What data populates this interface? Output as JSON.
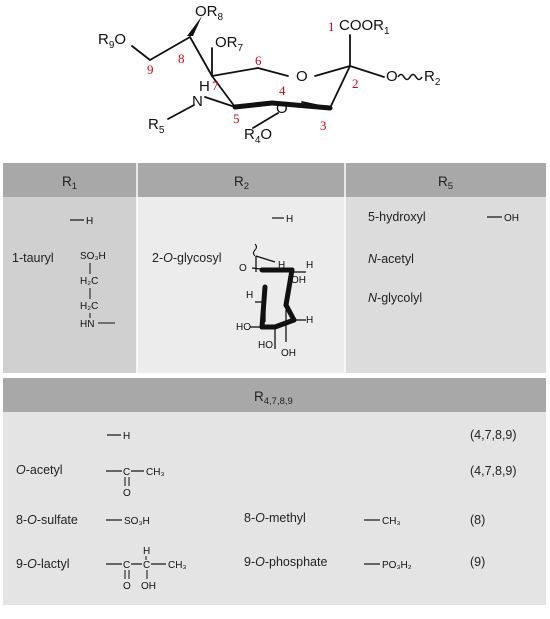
{
  "structure": {
    "atoms": {
      "coor": "COOR",
      "coor_sub": "1",
      "or8": "OR",
      "or8_sub": "8",
      "r9o_r": "R",
      "r9o_sub": "9",
      "r9o_o": "O",
      "or7": "OR",
      "or7_sub": "7",
      "ring_o": "O",
      "or2_o": "O",
      "r2": "R",
      "r2_sub": "2",
      "h": "H",
      "n": "N",
      "r5": "R",
      "r5_sub": "5",
      "r4": "R",
      "r4_sub": "4",
      "o4": "O"
    },
    "carbon_numbers": [
      "1",
      "2",
      "3",
      "4",
      "5",
      "6",
      "7",
      "8",
      "9"
    ]
  },
  "table_top": {
    "headers": [
      {
        "main": "R",
        "sub": "1"
      },
      {
        "main": "R",
        "sub": "2"
      },
      {
        "main": "R",
        "sub": "5"
      }
    ],
    "r1": {
      "tauryl_label": "1-tauryl",
      "h": "H",
      "so3h": "SO₃H",
      "h2c": "H₂C",
      "hn": "HN"
    },
    "r2": {
      "glycosyl_prefix": "2-",
      "glycosyl_italic": "O",
      "glycosyl_suffix": "-glycosyl",
      "h": "H",
      "ring_labels": [
        "H",
        "OH",
        "H",
        "O",
        "H",
        "HO",
        "H",
        "HO",
        "OH"
      ]
    },
    "r5": {
      "hydroxyl": "5-hydroxyl",
      "oh": "OH",
      "acetyl_italic": "N",
      "acetyl_suffix": "-acetyl",
      "glycolyl_italic": "N",
      "glycolyl_suffix": "-glycolyl"
    }
  },
  "table_bottom": {
    "header": {
      "main": "R",
      "sub": "4,7,8,9"
    },
    "rows": {
      "h": "H",
      "h_pos": "(4,7,8,9)",
      "acetyl_italic": "O",
      "acetyl_suffix": "-acetyl",
      "acetyl_c": "C",
      "acetyl_ch3": "CH₃",
      "acetyl_o": "O",
      "acetyl_pos": "(4,7,8,9)",
      "sulfate_prefix": "8-",
      "sulfate_italic": "O",
      "sulfate_suffix": "-sulfate",
      "sulfate_group": "SO₃H",
      "methyl_prefix": "8-",
      "methyl_italic": "O",
      "methyl_suffix": "-methyl",
      "methyl_group": "CH₃",
      "methyl_pos": "(8)",
      "lactyl_prefix": "9-",
      "lactyl_italic": "O",
      "lactyl_suffix": "-lactyl",
      "lactyl_c1": "C",
      "lactyl_h": "H",
      "lactyl_c2": "C",
      "lactyl_ch3": "CH₃",
      "lactyl_o": "O",
      "lactyl_oh": "OH",
      "phosphate_prefix": "9-",
      "phosphate_italic": "O",
      "phosphate_suffix": "-phosphate",
      "phosphate_group": "PO₃H₂",
      "phosphate_pos": "(9)"
    }
  }
}
